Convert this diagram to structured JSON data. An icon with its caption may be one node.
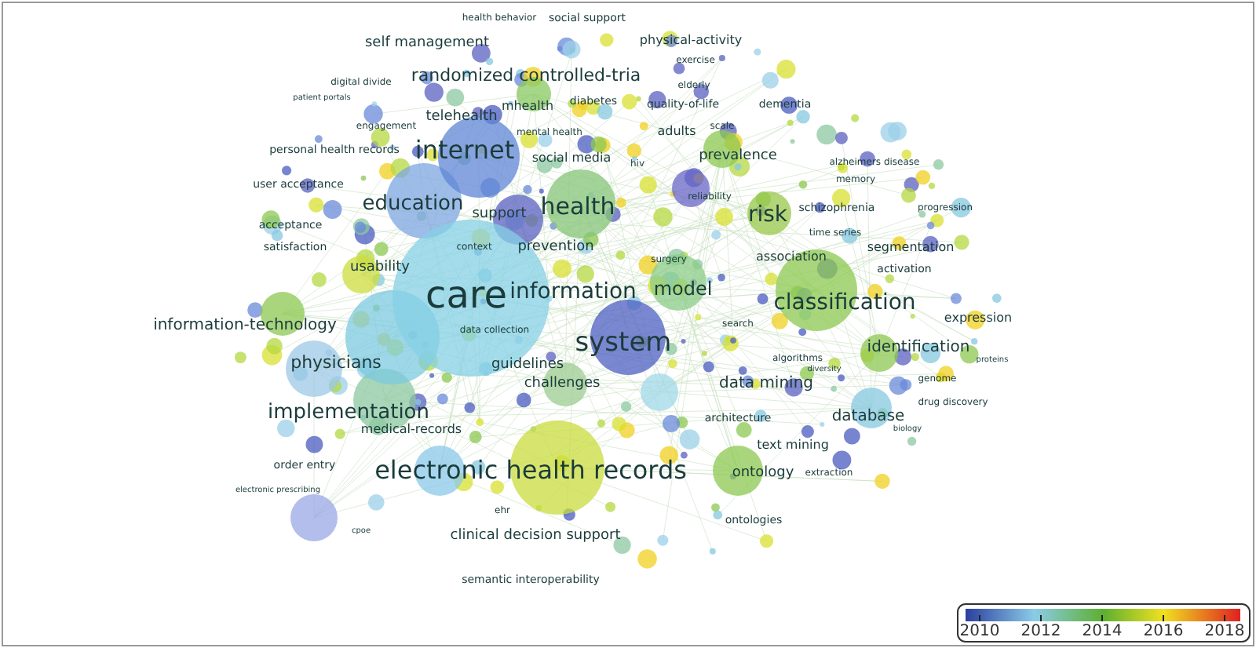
{
  "diagram": {
    "labels": [
      "health behavior",
      "social support",
      "self management",
      "physical-activity",
      "exercise",
      "randomized controlled-tria",
      "digital divide",
      "diabetes",
      "elderly",
      "patient portals",
      "telehealth",
      "mhealth",
      "quality-of-life",
      "dementia",
      "engagement",
      "mental health",
      "adults",
      "scale",
      "personal health records",
      "internet",
      "social media",
      "prevalence",
      "alzheimers disease",
      "memory",
      "user acceptance",
      "hiv",
      "reliability",
      "schizophrenia",
      "progression",
      "education",
      "support",
      "health",
      "risk",
      "time series",
      "acceptance",
      "satisfaction",
      "usability",
      "context",
      "prevention",
      "association",
      "segmentation",
      "activation",
      "surgery",
      "care",
      "information",
      "model",
      "classification",
      "information-technology",
      "expression",
      "system",
      "search",
      "identification",
      "algorithms",
      "data collection",
      "physicians",
      "guidelines",
      "proteins",
      "challenges",
      "diversity",
      "genome",
      "data mining",
      "implementation",
      "database",
      "drug discovery",
      "medical-records",
      "architecture",
      "text mining",
      "biology",
      "order entry",
      "electronic health records",
      "ontology",
      "extraction",
      "electronic prescribing",
      "ehr",
      "ontologies",
      "cpoe",
      "clinical decision support",
      "semantic interoperability",
      "2010",
      "2012",
      "2014",
      "2016",
      "2018"
    ]
  }
}
